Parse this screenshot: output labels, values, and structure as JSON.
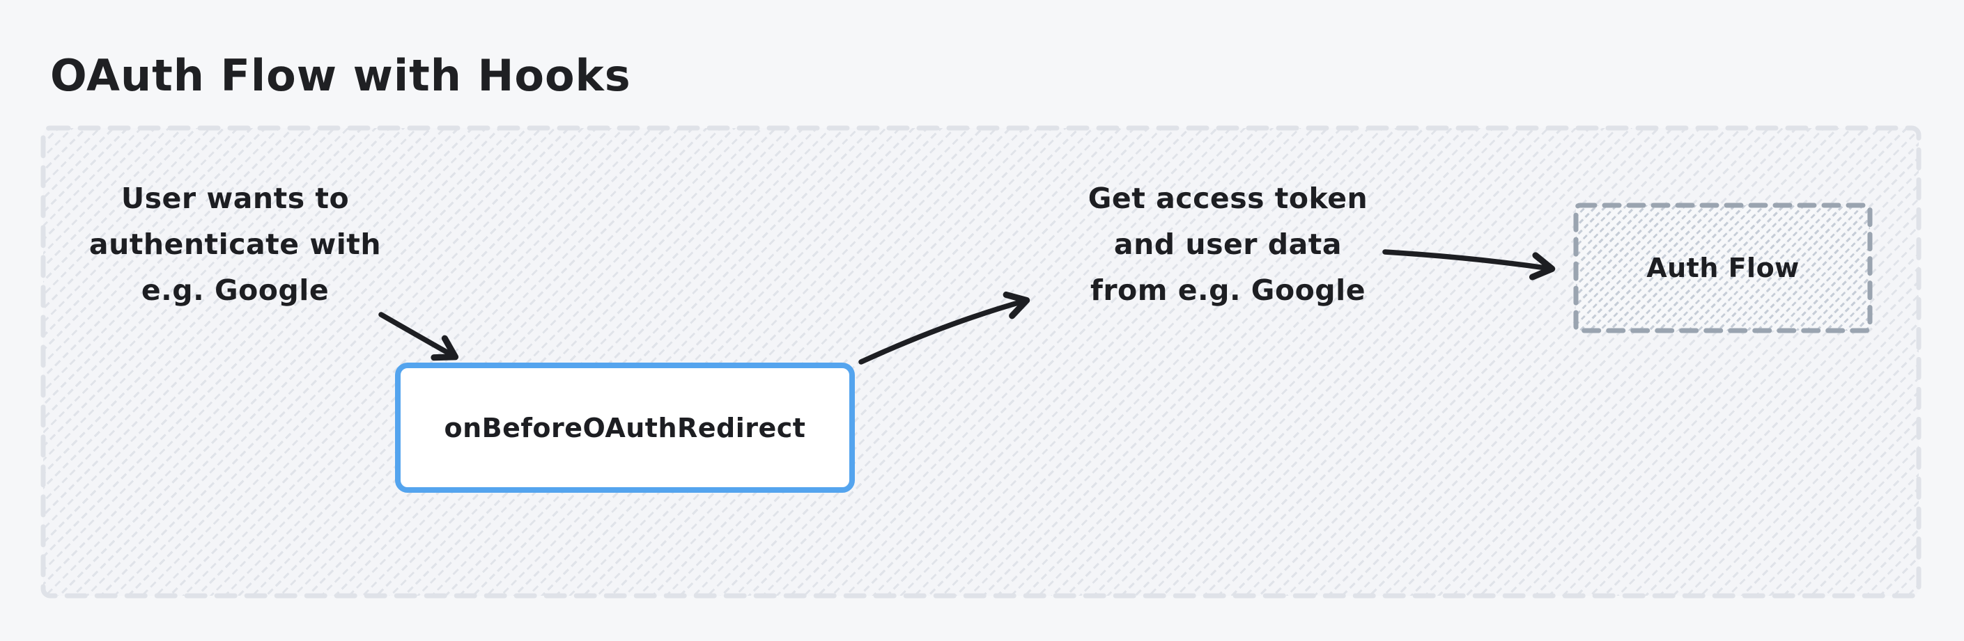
{
  "title": "OAuth Flow with Hooks",
  "diagram": {
    "notes": {
      "user_intent": "User wants to\nauthenticate with\ne.g. Google",
      "token_fetch": "Get access token\nand user data\nfrom e.g. Google"
    },
    "nodes": {
      "hook": {
        "label": "onBeforeOAuthRedirect"
      },
      "auth_flow": {
        "label": "Auth Flow"
      }
    },
    "edges": [
      {
        "from": "user_intent",
        "to": "hook"
      },
      {
        "from": "hook",
        "to": "token_fetch"
      },
      {
        "from": "token_fetch",
        "to": "auth_flow"
      }
    ],
    "colors": {
      "background": "#f6f7f9",
      "ink": "#1d1e22",
      "hook_border": "#54a4ee",
      "frame_dash": "#dfe2e8",
      "auth_flow_dash": "#9aa4b0"
    }
  }
}
